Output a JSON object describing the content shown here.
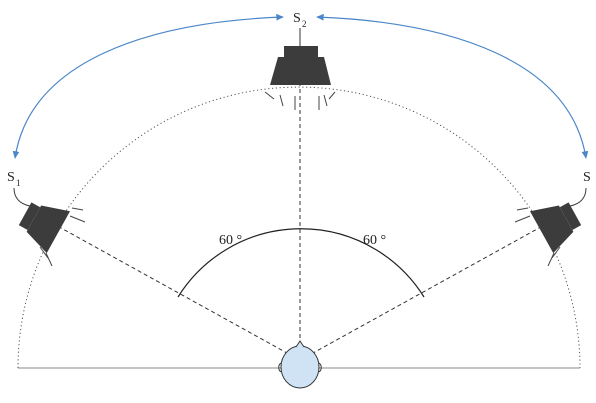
{
  "speakers": {
    "left": {
      "label": "S",
      "subscript": "1"
    },
    "center": {
      "label": "S",
      "subscript": "2"
    },
    "right": {
      "label": "S",
      "subscript": ""
    }
  },
  "angles": {
    "left": "60 °",
    "right": "60 °"
  },
  "colors": {
    "arrow": "#4a86c8",
    "speaker": "#3c3c3c",
    "head": "#cfe3f5",
    "line": "#333333"
  },
  "icons": {
    "speaker": "loudspeaker-icon",
    "listener": "listener-head-icon"
  }
}
